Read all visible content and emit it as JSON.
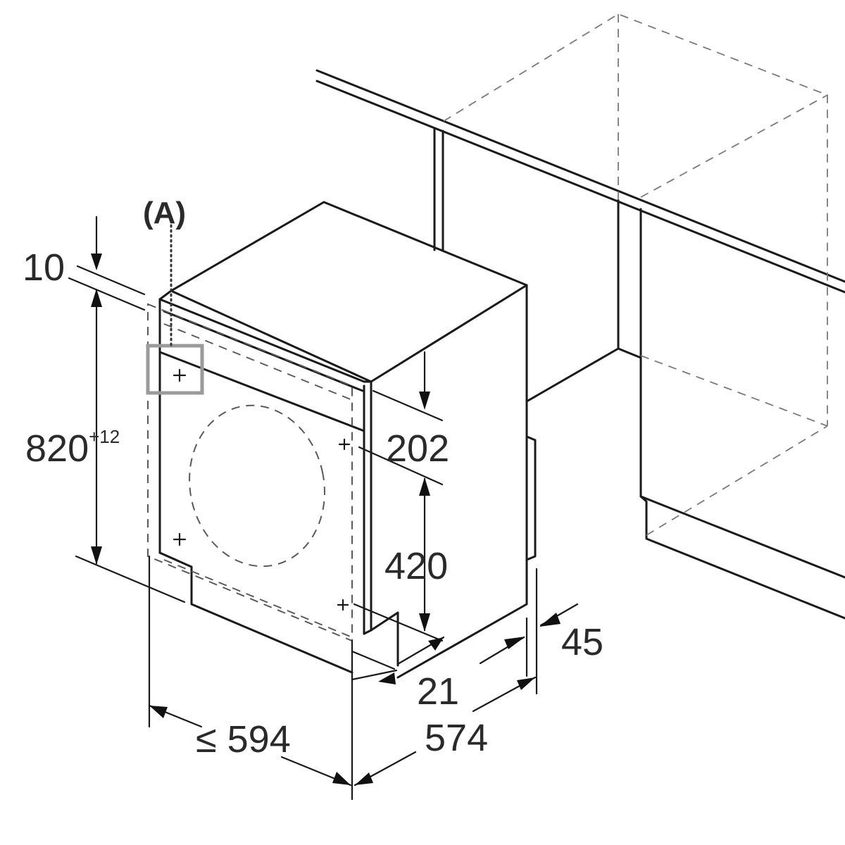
{
  "labels": {
    "marker": "(A)",
    "top_gap": "10",
    "height_main": "820",
    "height_tolerance": "+12",
    "upper_offset": "202",
    "hinge_spacing": "420",
    "plinth_gap": "21",
    "depth_offset": "45",
    "width": "≤ 594",
    "depth": "574"
  },
  "colors": {
    "lines": "#1a1a1a",
    "dashed": "#5a5a5a",
    "highlight_box": "#9a9a9a"
  }
}
